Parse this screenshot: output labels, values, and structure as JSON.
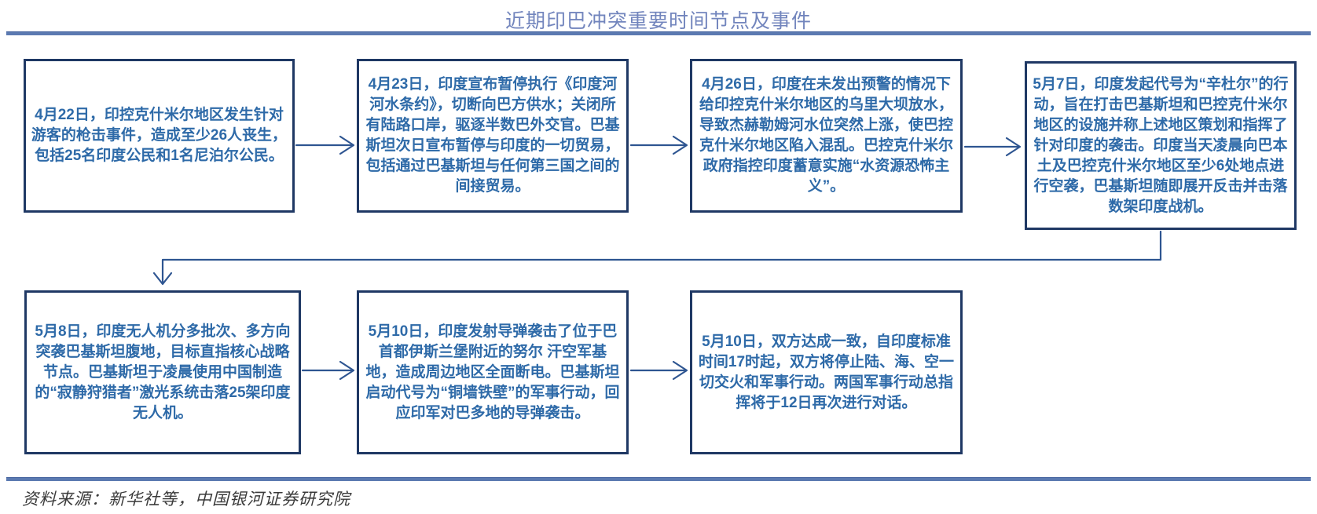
{
  "title": "近期印巴冲突重要时间节点及事件",
  "source_note": "资料来源：新华社等，中国银河证券研究院",
  "colors": {
    "border": "#1f3864",
    "boxtext": "#2e6aa8",
    "title": "#7285bd",
    "divider": "#5b7ab1",
    "arrow": "#2e5591",
    "source": "#3a3a3a"
  },
  "boxes": [
    {
      "text": "4月22日，印控克什米尔地区发生针对游客的枪击事件，造成至少26人丧生，包括25名印度公民和1名尼泊尔公民。"
    },
    {
      "text": "4月23日，印度宣布暂停执行《印度河河水条约》，切断向巴方供水；关闭所有陆路口岸，驱逐半数巴外交官。巴基斯坦次日宣布暂停与印度的一切贸易，包括通过巴基斯坦与任何第三国之间的间接贸易。"
    },
    {
      "text": "4月26日，印度在未发出预警的情况下给印控克什米尔地区的乌里大坝放水，导致杰赫勒姆河水位突然上涨，使巴控克什米尔地区陷入混乱。巴控克什米尔政府指控印度蓄意实施“水资源恐怖主义”。"
    },
    {
      "text": "5月7日，印度发起代号为“辛杜尔”的行动，旨在打击巴基斯坦和巴控克什米尔地区的设施并称上述地区策划和指挥了针对印度的袭击。印度当天凌晨向巴本土及巴控克什米尔地区至少6处地点进行空袭，巴基斯坦随即展开反击并击落数架印度战机。"
    },
    {
      "text": "5月8日，印度无人机分多批次、多方向突袭巴基斯坦腹地，目标直指核心战略节点。巴基斯坦于凌晨使用中国制造的“寂静狩猎者”激光系统击落25架印度无人机。"
    },
    {
      "text": "5月10日，印度发射导弹袭击了位于巴首都伊斯兰堡附近的努尔 汗空军基地，造成周边地区全面断电。巴基斯坦启动代号为“铜墙铁壁”的军事行动，回应印军对巴多地的导弹袭击。"
    },
    {
      "text": "5月10日，双方达成一致，自印度标准时间17时起，双方将停止陆、海、空一切交火和军事行动。两国军事行动总指挥将于12日再次进行对话。"
    }
  ]
}
